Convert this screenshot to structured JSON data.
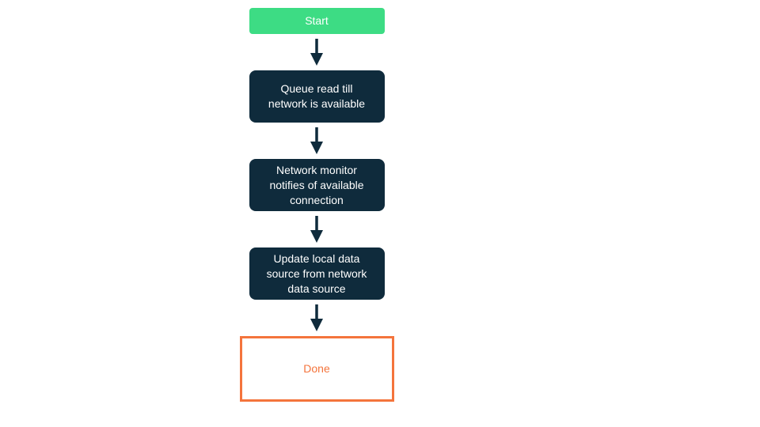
{
  "flowchart": {
    "background": "#ffffff",
    "connector_color": "#0f2b3c",
    "nodes": [
      {
        "id": "start",
        "label": "Start",
        "shape": "rounded-rect",
        "fill": "#3ddc84",
        "text_color": "#ffffff"
      },
      {
        "id": "queue-read",
        "label": "Queue read till\nnetwork is available",
        "shape": "rounded-rect",
        "fill": "#0f2b3c",
        "text_color": "#ffffff"
      },
      {
        "id": "network-monitor",
        "label": "Network monitor\nnotifies of available\nconnection",
        "shape": "rounded-rect",
        "fill": "#0f2b3c",
        "text_color": "#ffffff"
      },
      {
        "id": "update-local-data",
        "label": "Update local data\nsource from network\ndata source",
        "shape": "rounded-rect",
        "fill": "#0f2b3c",
        "text_color": "#ffffff"
      },
      {
        "id": "done",
        "label": "Done",
        "shape": "rect-outline",
        "fill": "#ffffff",
        "border_color": "#f4743c",
        "text_color": "#f4743c"
      }
    ]
  }
}
